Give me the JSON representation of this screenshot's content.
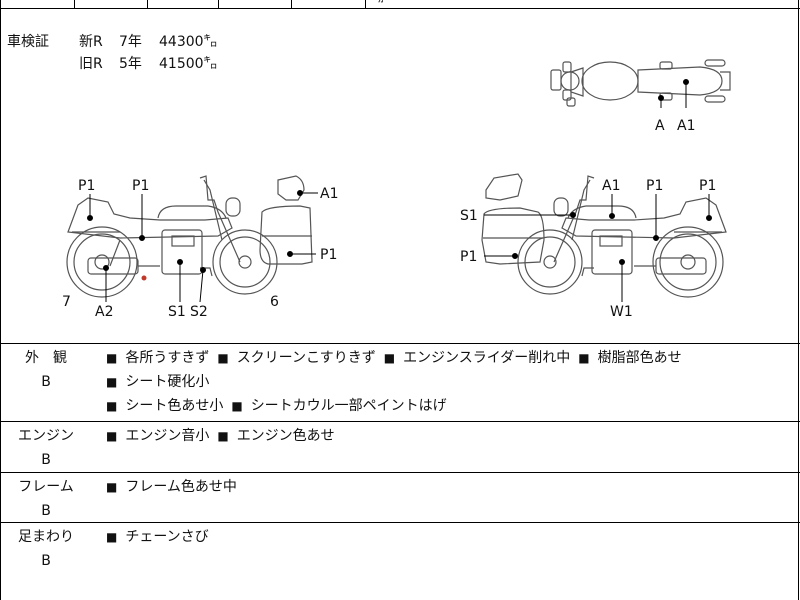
{
  "header_fragment": "ｶﾞﾞ",
  "registration": {
    "label": "車検証",
    "rows": [
      {
        "type": "新R",
        "years": "7年",
        "km": "44300㌔"
      },
      {
        "type": "旧R",
        "years": "5年",
        "km": "41500㌔"
      }
    ]
  },
  "diagram_labels": {
    "top_a": "A",
    "top_a1": "A1",
    "left_p1a": "P1",
    "left_p1b": "P1",
    "left_a1": "A1",
    "left_p1c": "P1",
    "left_7": "7",
    "left_a2": "A2",
    "left_s1": "S1",
    "left_s2": "S2",
    "left_6": "6",
    "right_a1": "A1",
    "right_p1a": "P1",
    "right_p1b": "P1",
    "right_s1": "S1",
    "right_p1c": "P1",
    "right_w1": "W1"
  },
  "sections": [
    {
      "title": "外　観",
      "grade": "B",
      "items": [
        "各所うすきず",
        "スクリーンこすりきず",
        "エンジンスライダー削れ中",
        "樹脂部色あせ",
        "シート硬化小",
        "シート色あせ小",
        "シートカウル一部ペイントはげ"
      ]
    },
    {
      "title": "エンジン",
      "grade": "B",
      "items": [
        "エンジン音小",
        "エンジン色あせ"
      ]
    },
    {
      "title": "フレーム",
      "grade": "B",
      "items": [
        "フレーム色あせ中"
      ]
    },
    {
      "title": "足まわり",
      "grade": "B",
      "items": [
        "チェーンさび"
      ]
    }
  ]
}
